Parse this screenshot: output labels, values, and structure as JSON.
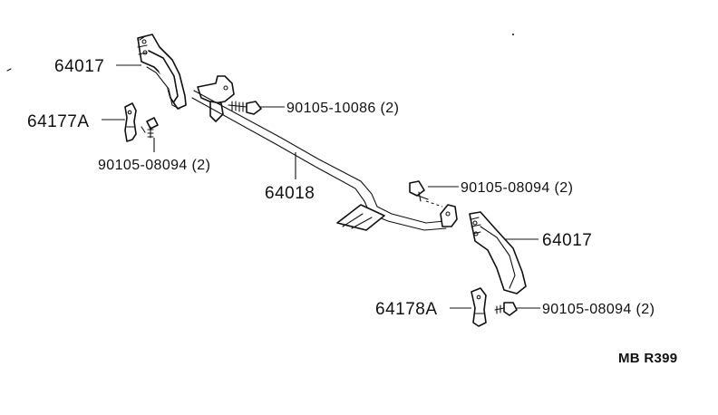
{
  "labels": {
    "bracket_upper_left": "64017",
    "bracket_lower_right": "64017",
    "clip_left": "64177A",
    "clip_right": "64178A",
    "bolt_top": "90105-10086 (2)",
    "bolt_left": "90105-08094 (2)",
    "bolt_middle_right": "90105-08094 (2)",
    "bolt_lower_right": "90105-08094 (2)",
    "rod": "64018"
  },
  "figure_ref": "MB R399"
}
